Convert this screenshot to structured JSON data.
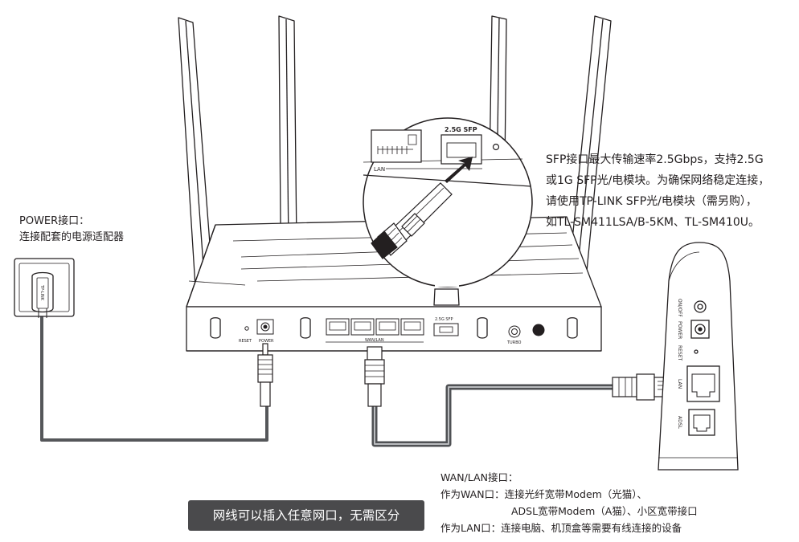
{
  "power_note": {
    "title": "POWER接口：",
    "desc": "连接配套的电源适配器"
  },
  "sfp_note": {
    "lines": [
      "SFP接口最大传输速率2.5Gbps，支持2.5G",
      "或1G SFP光/电模块。为确保网络稳定连接，",
      "请使用TP-LINK SFP光/电模块（需另购），",
      "如TL-SM411LSA/B-5KM、TL-SM410U。"
    ]
  },
  "wan_note": {
    "title": "WAN/LAN接口：",
    "line1": "作为WAN口：连接光纤宽带Modem（光猫）、",
    "line2": "ADSL宽带Modem（A猫）、小区宽带接口",
    "line3": "作为LAN口：连接电脑、机顶盒等需要有线连接的设备"
  },
  "badge": "网线可以插入任意网口，无需区分",
  "router_labels": {
    "reset": "RESET",
    "power": "POWER",
    "wan_lan": "WAN/LAN",
    "sfp": "2.5G SFP",
    "turbo": "TURBO"
  },
  "zoom_labels": {
    "sfp": "2.5G SFP",
    "lan": "LAN"
  },
  "adapter_brand": "TP-LINK",
  "modem_labels": {
    "on_off": "ON/OFF",
    "power": "POWER",
    "reset": "RESET",
    "lan": "LAN",
    "adsl": "ADSL"
  }
}
